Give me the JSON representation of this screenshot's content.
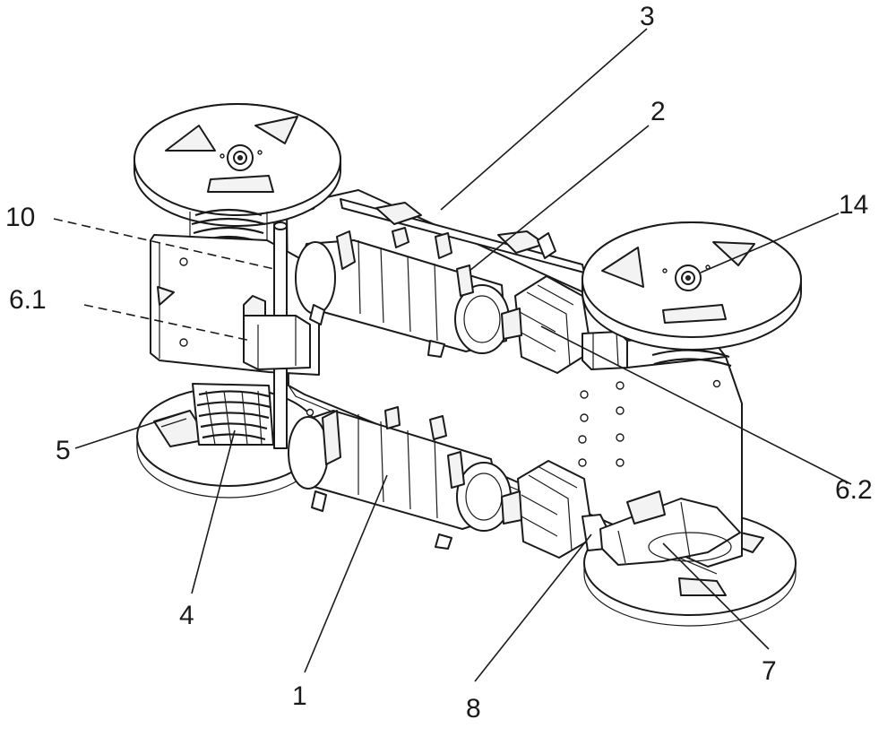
{
  "callouts": {
    "l1": "1",
    "l2": "2",
    "l3": "3",
    "l4": "4",
    "l5": "5",
    "l6_1": "6.1",
    "l6_2": "6.2",
    "l7": "7",
    "l8": "8",
    "l10": "10",
    "l14": "14"
  }
}
